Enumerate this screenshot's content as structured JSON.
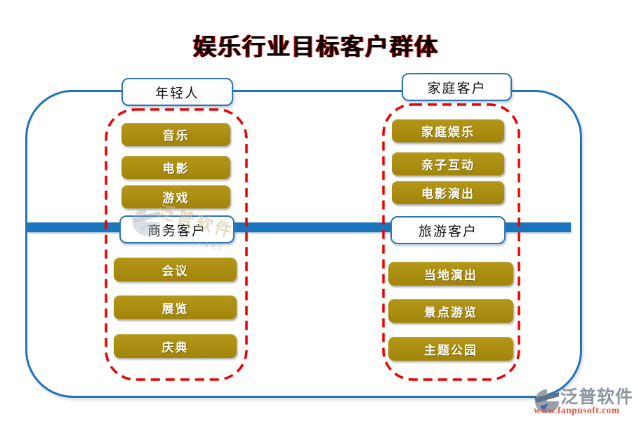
{
  "title": "娱乐行业目标客户群体",
  "groups": {
    "young": {
      "label": "年轻人",
      "items": [
        "音乐",
        "电影",
        "游戏"
      ]
    },
    "family": {
      "label": "家庭客户",
      "items": [
        "家庭娱乐",
        "亲子互动",
        "电影演出"
      ]
    },
    "business": {
      "label": "商务客户",
      "items": [
        "会议",
        "展览",
        "庆典"
      ]
    },
    "travel": {
      "label": "旅游客户",
      "items": [
        "当地演出",
        "景点游览",
        "主题公园"
      ]
    }
  },
  "watermark": {
    "brand": "泛普软件",
    "brand_en": "U SOFTWARE"
  },
  "logo": {
    "brand": "泛普软件",
    "url": "www.fanpusoft.com"
  },
  "colors": {
    "accent_blue": "#1B75BC",
    "border_blue": "#2273B8",
    "gold": "#A78A0F",
    "dash_red": "#EE0000",
    "title_fringe_red": "#E00000",
    "logo_gray": "#8D95A0",
    "url_red": "#DC5A48"
  }
}
